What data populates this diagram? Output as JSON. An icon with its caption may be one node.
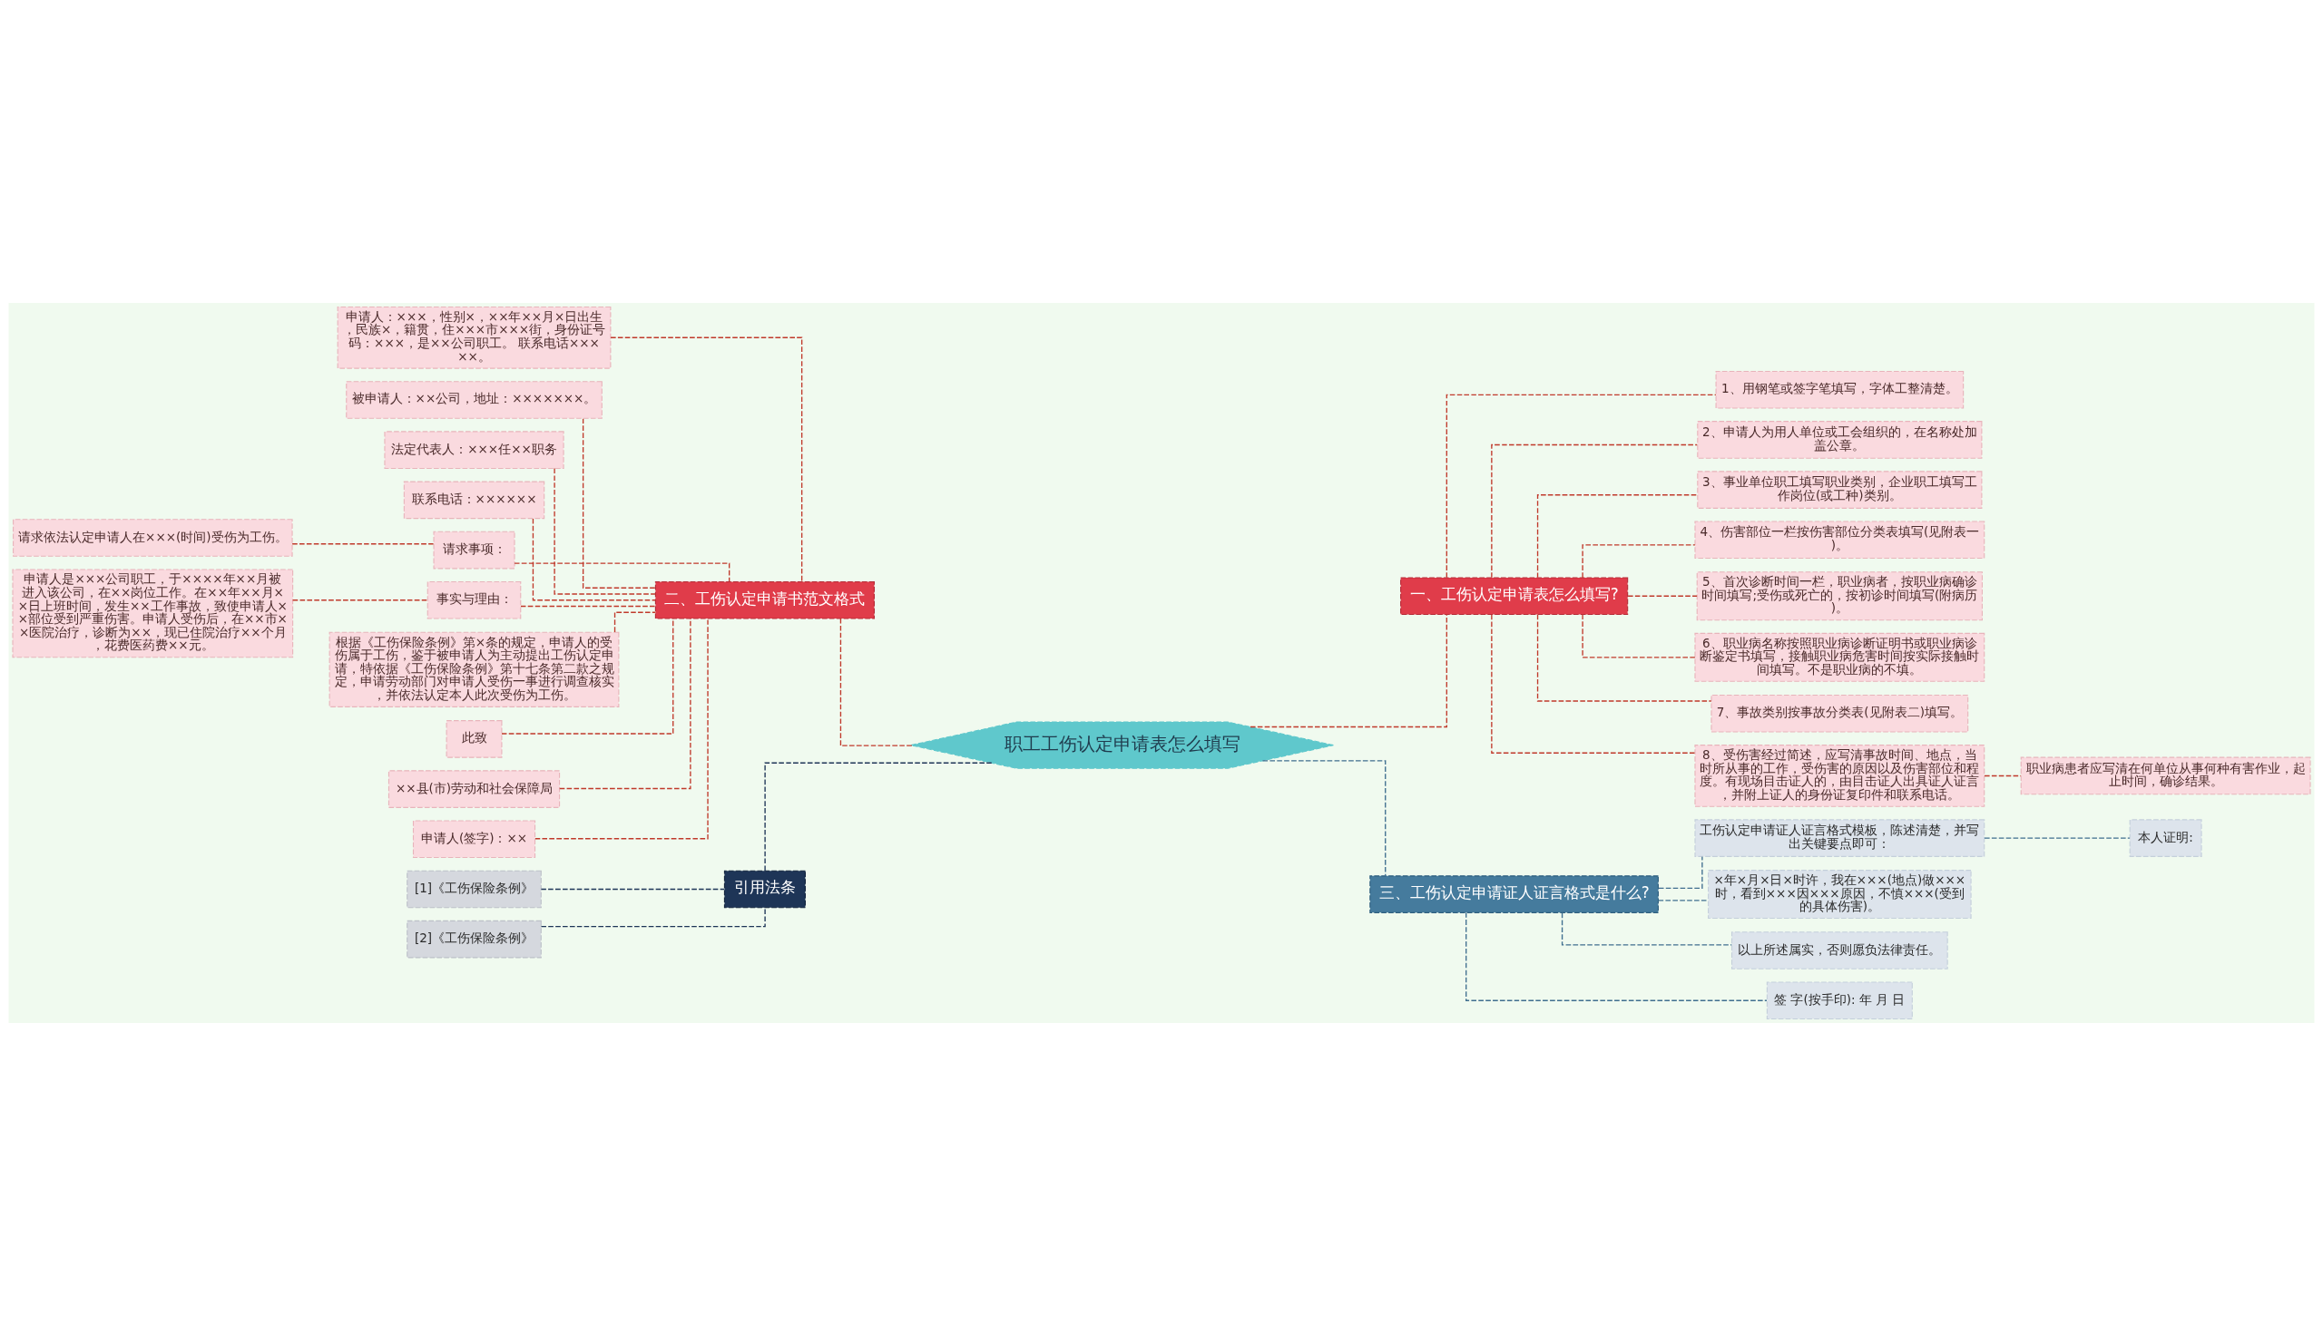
{
  "diagram": {
    "nodes": [
      {
        "text": [
          "职工工伤认定申请表怎么填写"
        ]
      },
      {
        "text": [
          "一、工伤认定申请表怎么填写?"
        ]
      },
      {
        "text": [
          "1、用钢笔或签字笔填写，字体工整清楚。"
        ]
      },
      {
        "text": [
          "2、申请人为用人单位或工会组织的，在名称处加盖公章。"
        ]
      },
      {
        "text": [
          "3、事业单位职工填写职业类别，企业职工填写工作岗位(或工种)类别。"
        ]
      },
      {
        "text": [
          "4、伤害部位一栏按伤害部位分类表填写(见附表一)。"
        ]
      },
      {
        "text": [
          "5、首次诊断时间一栏，职业病者，按职业病确诊时间填写;受伤或死亡的，按初诊时间填写(附病历)。"
        ]
      },
      {
        "text": [
          "6、职业病名称按照职业病诊断证明书或职业病诊断鉴定书填写，接触职业病危害时间按实际接触时间填写。不是职业病的不填。"
        ]
      },
      {
        "text": [
          "7、事故类别按事故分类表(见附表二)填写。"
        ]
      },
      {
        "text": [
          "8、受伤害经过简述，应写清事故时间、地点，当时所从事的工作，受伤害的原因以及伤害部位和程度。有现场目击证人的，由目击证人出具证人证言，并附上证人的身份证复印件和联系电话。"
        ]
      },
      {
        "text": [
          "职业病患者应写清在何单位从事何种有害作业，起止时间，确诊结果。"
        ]
      },
      {
        "text": [
          "二、工伤认定申请书范文格式"
        ]
      },
      {
        "text": [
          "申请人：×××，性别×，××年××月×日出生，民族×，籍贯，住×××市×××街，身份证号码：×××，是××公司职工。 联系电话×××××。"
        ]
      },
      {
        "text": [
          "被申请人：××公司，地址：×××××××。"
        ]
      },
      {
        "text": [
          "法定代表人：×××任××职务"
        ]
      },
      {
        "text": [
          "联系电话：××××××"
        ]
      },
      {
        "text": [
          "请求事项："
        ]
      },
      {
        "text": [
          "请求依法认定申请人在×××(时间)受伤为工伤。"
        ]
      },
      {
        "text": [
          "事实与理由："
        ]
      },
      {
        "text": [
          "申请人是×××公司职工，于××××年××月被进入该公司，在××岗位工作。在××年××月××日上班时间，发生××工作事故，致使申请人××部位受到严重伤害。申请人受伤后，在××市××医院治疗，诊断为××，现已住院治疗××个月，花费医药费××元。"
        ]
      },
      {
        "text": [
          "根据《工伤保险条例》第×条的规定，申请人的受伤属于工伤，鉴于被申请人为主动提出工伤认定申请，特依据《工伤保险条例》第十七条第二款之规定，申请劳动部门对申请人受伤一事进行调查核实，并依法认定本人此次受伤为工伤。"
        ]
      },
      {
        "text": [
          "此致"
        ]
      },
      {
        "text": [
          "××县(市)劳动和社会保障局"
        ]
      },
      {
        "text": [
          "申请人(签字)：××"
        ]
      },
      {
        "text": [
          "三、工伤认定申请证人证言格式是什么?"
        ]
      },
      {
        "text": [
          "工伤认定申请证人证言格式模板，陈述清楚，并写出关键要点即可："
        ]
      },
      {
        "text": [
          "本人证明:"
        ]
      },
      {
        "text": [
          "×年×月×日×时许，我在×××(地点)做×××时，看到×××因×××原因，不慎×××(受到的具体伤害)。"
        ]
      },
      {
        "text": [
          "以上所述属实，否则愿负法律责任。"
        ]
      },
      {
        "text": [
          "签 字(按手印): 年 月 日"
        ]
      },
      {
        "text": [
          "引用法条"
        ]
      },
      {
        "text": [
          "[1]《工伤保险条例》"
        ]
      },
      {
        "text": [
          "[2]《工伤保险条例》"
        ]
      }
    ],
    "edges": [
      {
        "from": 0,
        "to": 1,
        "arrow": "none"
      },
      {
        "from": 1,
        "to": 2,
        "arrow": "none"
      },
      {
        "from": 1,
        "to": 3,
        "arrow": "none"
      },
      {
        "from": 1,
        "to": 4,
        "arrow": "none"
      },
      {
        "from": 1,
        "to": 5,
        "arrow": "none"
      },
      {
        "from": 1,
        "to": 6,
        "arrow": "none"
      },
      {
        "from": 1,
        "to": 7,
        "arrow": "none"
      },
      {
        "from": 1,
        "to": 8,
        "arrow": "none"
      },
      {
        "from": 1,
        "to": 9,
        "arrow": "none"
      },
      {
        "from": 9,
        "to": 10,
        "arrow": "none"
      },
      {
        "from": 0,
        "to": 11,
        "arrow": "none"
      },
      {
        "from": 11,
        "to": 12,
        "arrow": "none"
      },
      {
        "from": 11,
        "to": 13,
        "arrow": "none"
      },
      {
        "from": 11,
        "to": 14,
        "arrow": "none"
      },
      {
        "from": 11,
        "to": 15,
        "arrow": "none"
      },
      {
        "from": 11,
        "to": 16,
        "arrow": "none"
      },
      {
        "from": 16,
        "to": 17,
        "arrow": "none"
      },
      {
        "from": 11,
        "to": 18,
        "arrow": "none"
      },
      {
        "from": 18,
        "to": 19,
        "arrow": "none"
      },
      {
        "from": 11,
        "to": 20,
        "arrow": "none"
      },
      {
        "from": 11,
        "to": 21,
        "arrow": "none"
      },
      {
        "from": 11,
        "to": 22,
        "arrow": "none"
      },
      {
        "from": 11,
        "to": 23,
        "arrow": "none"
      },
      {
        "from": 0,
        "to": 24,
        "arrow": "none",
        "color": "#3f6e8f"
      },
      {
        "from": 24,
        "to": 25,
        "arrow": "none",
        "color": "#3f6e8f"
      },
      {
        "from": 25,
        "to": 26,
        "arrow": "none",
        "color": "#3f6e8f"
      },
      {
        "from": 24,
        "to": 27,
        "arrow": "none",
        "color": "#3f6e8f"
      },
      {
        "from": 24,
        "to": 28,
        "arrow": "none",
        "color": "#3f6e8f"
      },
      {
        "from": 24,
        "to": 29,
        "arrow": "none",
        "color": "#3f6e8f"
      },
      {
        "from": 0,
        "to": 30,
        "arrow": "none",
        "color": "#1e3557"
      },
      {
        "from": 30,
        "to": 31,
        "arrow": "none",
        "color": "#1e3557"
      },
      {
        "from": 30,
        "to": 32,
        "arrow": "none",
        "color": "#1e3557"
      }
    ]
  }
}
